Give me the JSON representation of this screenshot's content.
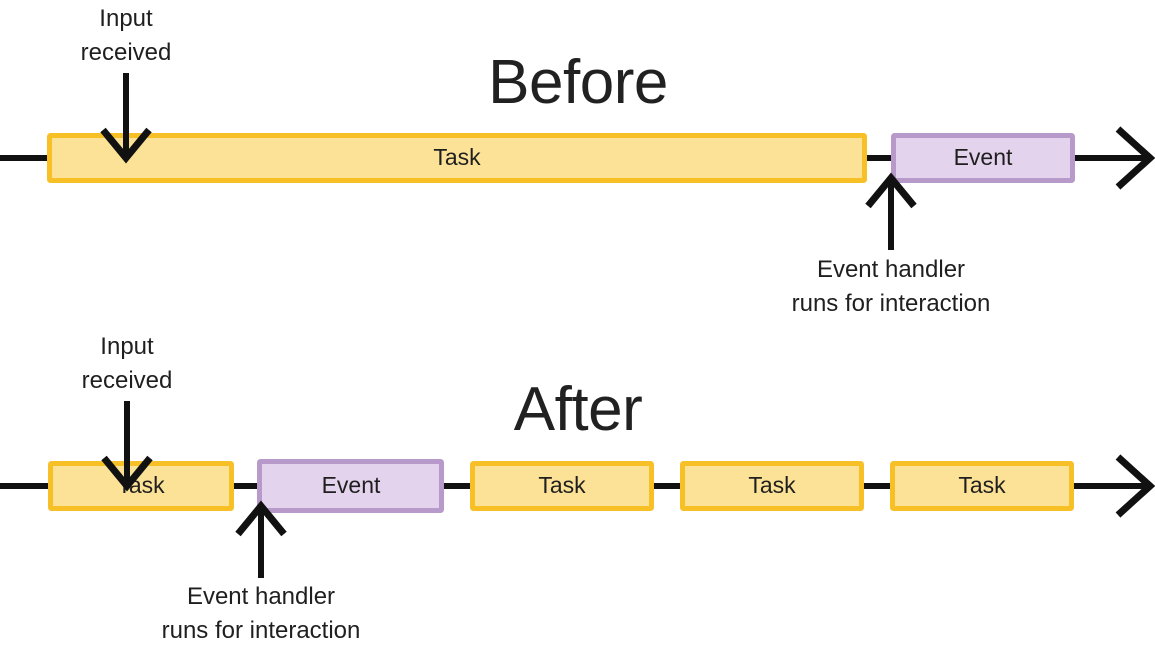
{
  "diagram": {
    "title_before": "Before",
    "title_after": "After",
    "labels": {
      "task": "Task",
      "event": "Event",
      "input_received_line1": "Input",
      "input_received_line2": "received",
      "event_handler_line1": "Event handler",
      "event_handler_line2": "runs for interaction"
    },
    "colors": {
      "task_fill": "#fce296",
      "task_stroke": "#f6c026",
      "event_fill": "#e3d3ed",
      "event_stroke": "#b79ac9",
      "line": "#111111",
      "text": "#1f1f1f",
      "background": "#ffffff"
    },
    "sections": [
      {
        "id": "before",
        "title": "Before",
        "blocks": [
          {
            "type": "task",
            "label": "Task"
          },
          {
            "type": "event",
            "label": "Event"
          }
        ],
        "annotations": [
          {
            "name": "input-received",
            "direction": "down",
            "lines": [
              "Input",
              "received"
            ]
          },
          {
            "name": "event-handler",
            "direction": "up",
            "lines": [
              "Event handler",
              "runs for interaction"
            ]
          }
        ]
      },
      {
        "id": "after",
        "title": "After",
        "blocks": [
          {
            "type": "task",
            "label": "Task"
          },
          {
            "type": "event",
            "label": "Event"
          },
          {
            "type": "task",
            "label": "Task"
          },
          {
            "type": "task",
            "label": "Task"
          },
          {
            "type": "task",
            "label": "Task"
          }
        ],
        "annotations": [
          {
            "name": "input-received",
            "direction": "down",
            "lines": [
              "Input",
              "received"
            ]
          },
          {
            "name": "event-handler",
            "direction": "up",
            "lines": [
              "Event handler",
              "runs for interaction"
            ]
          }
        ]
      }
    ]
  }
}
